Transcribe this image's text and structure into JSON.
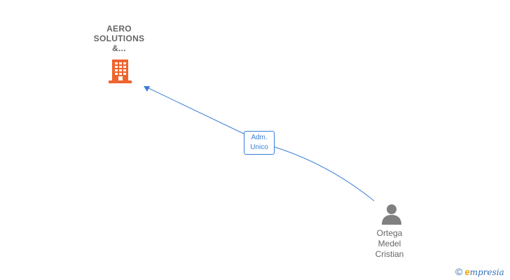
{
  "company": {
    "name_lines": [
      "AERO",
      "SOLUTIONS",
      "&..."
    ],
    "icon": "building-icon",
    "color": "#f0642e"
  },
  "person": {
    "name_lines": [
      "Ortega",
      "Medel",
      "Cristian"
    ],
    "icon": "person-icon",
    "color": "#808080"
  },
  "relation": {
    "label_lines": [
      "Adm.",
      "Unico"
    ],
    "color": "#3b7dd8"
  },
  "brand": {
    "copyright": "©",
    "initial": "e",
    "rest": "mpresia"
  }
}
